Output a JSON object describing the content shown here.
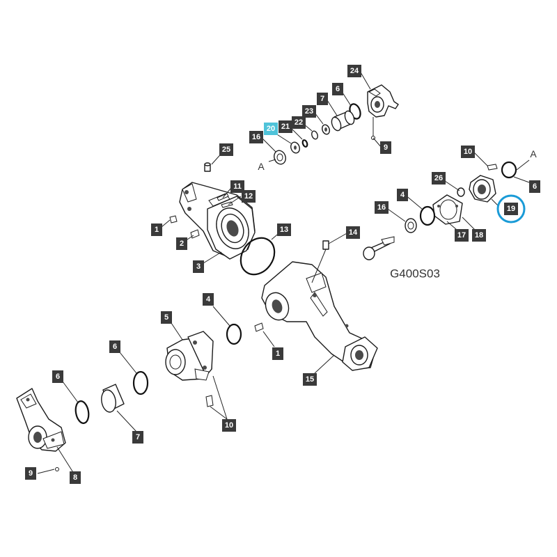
{
  "diagram_code": "G400S03",
  "datum_mark": "A",
  "highlight_color": "#1a9bd7",
  "highlighted_tag": "20",
  "circled_tag": "19",
  "callouts": [
    {
      "id": "c24",
      "label": "24"
    },
    {
      "id": "c7a",
      "label": "7"
    },
    {
      "id": "c6a",
      "label": "6"
    },
    {
      "id": "c23",
      "label": "23"
    },
    {
      "id": "c22",
      "label": "22"
    },
    {
      "id": "c20",
      "label": "20"
    },
    {
      "id": "c21",
      "label": "21"
    },
    {
      "id": "c16a",
      "label": "16"
    },
    {
      "id": "c9a",
      "label": "9"
    },
    {
      "id": "c25",
      "label": "25"
    },
    {
      "id": "c10a",
      "label": "10"
    },
    {
      "id": "c6b",
      "label": "6"
    },
    {
      "id": "c26",
      "label": "26"
    },
    {
      "id": "c4a",
      "label": "4"
    },
    {
      "id": "c16b",
      "label": "16"
    },
    {
      "id": "c11",
      "label": "11"
    },
    {
      "id": "c12",
      "label": "12"
    },
    {
      "id": "c1a",
      "label": "1"
    },
    {
      "id": "c2",
      "label": "2"
    },
    {
      "id": "c13",
      "label": "13"
    },
    {
      "id": "c3",
      "label": "3"
    },
    {
      "id": "c14",
      "label": "14"
    },
    {
      "id": "c17",
      "label": "17"
    },
    {
      "id": "c18",
      "label": "18"
    },
    {
      "id": "c19",
      "label": "19"
    },
    {
      "id": "c4b",
      "label": "4"
    },
    {
      "id": "c5",
      "label": "5"
    },
    {
      "id": "c1b",
      "label": "1"
    },
    {
      "id": "c15",
      "label": "15"
    },
    {
      "id": "c6c",
      "label": "6"
    },
    {
      "id": "c6d",
      "label": "6"
    },
    {
      "id": "c10b",
      "label": "10"
    },
    {
      "id": "c7b",
      "label": "7"
    },
    {
      "id": "c9b",
      "label": "9"
    },
    {
      "id": "c8",
      "label": "8"
    }
  ]
}
